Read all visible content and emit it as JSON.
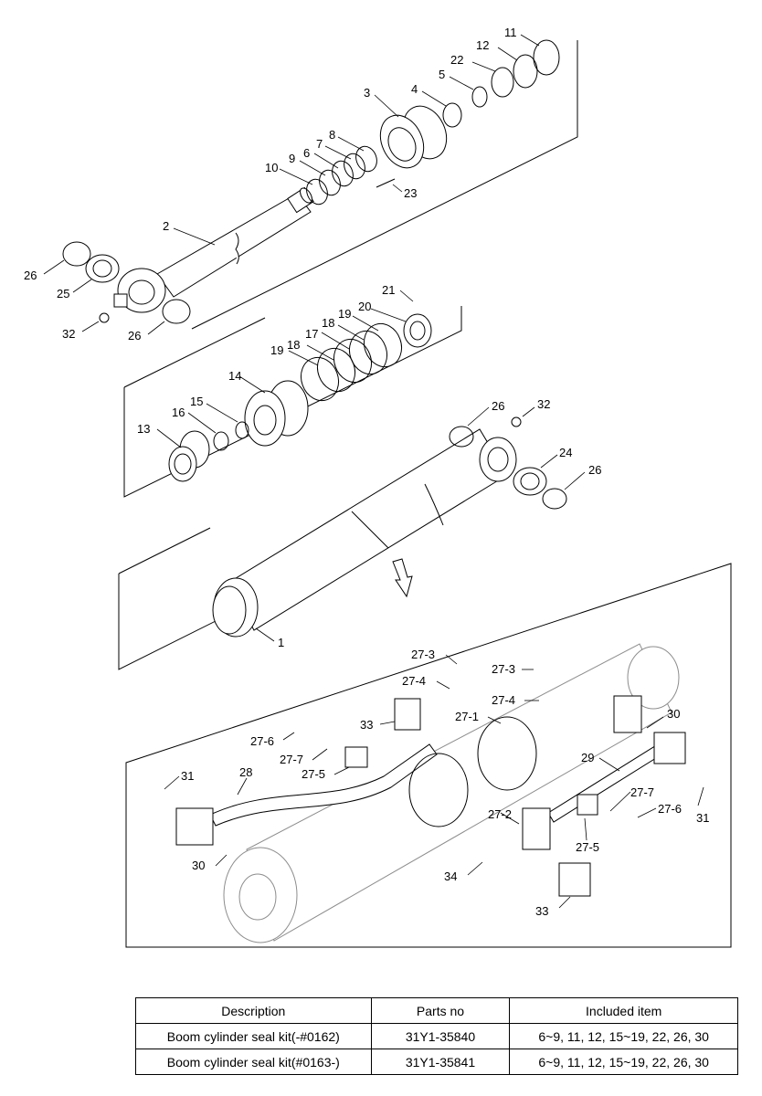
{
  "labels": [
    {
      "id": "lbl-11",
      "text": "11"
    },
    {
      "id": "lbl-12",
      "text": "12"
    },
    {
      "id": "lbl-22",
      "text": "22"
    },
    {
      "id": "lbl-5",
      "text": "5"
    },
    {
      "id": "lbl-4",
      "text": "4"
    },
    {
      "id": "lbl-3",
      "text": "3"
    },
    {
      "id": "lbl-8",
      "text": "8"
    },
    {
      "id": "lbl-7",
      "text": "7"
    },
    {
      "id": "lbl-6",
      "text": "6"
    },
    {
      "id": "lbl-9",
      "text": "9"
    },
    {
      "id": "lbl-10",
      "text": "10"
    },
    {
      "id": "lbl-23",
      "text": "23"
    },
    {
      "id": "lbl-2",
      "text": "2"
    },
    {
      "id": "lbl-26a",
      "text": "26"
    },
    {
      "id": "lbl-25",
      "text": "25"
    },
    {
      "id": "lbl-32a",
      "text": "32"
    },
    {
      "id": "lbl-26b",
      "text": "26"
    },
    {
      "id": "lbl-21",
      "text": "21"
    },
    {
      "id": "lbl-20",
      "text": "20"
    },
    {
      "id": "lbl-19a",
      "text": "19"
    },
    {
      "id": "lbl-18a",
      "text": "18"
    },
    {
      "id": "lbl-17",
      "text": "17"
    },
    {
      "id": "lbl-19b",
      "text": "19"
    },
    {
      "id": "lbl-18b",
      "text": "18"
    },
    {
      "id": "lbl-14",
      "text": "14"
    },
    {
      "id": "lbl-15",
      "text": "15"
    },
    {
      "id": "lbl-16",
      "text": "16"
    },
    {
      "id": "lbl-13",
      "text": "13"
    },
    {
      "id": "lbl-26c",
      "text": "26"
    },
    {
      "id": "lbl-32b",
      "text": "32"
    },
    {
      "id": "lbl-24",
      "text": "24"
    },
    {
      "id": "lbl-26d",
      "text": "26"
    },
    {
      "id": "lbl-1",
      "text": "1"
    },
    {
      "id": "lbl-27-3a",
      "text": "27-3"
    },
    {
      "id": "lbl-27-3b",
      "text": "27-3"
    },
    {
      "id": "lbl-27-4a",
      "text": "27-4"
    },
    {
      "id": "lbl-27-4b",
      "text": "27-4"
    },
    {
      "id": "lbl-33a",
      "text": "33"
    },
    {
      "id": "lbl-27-1",
      "text": "27-1"
    },
    {
      "id": "lbl-30a",
      "text": "30"
    },
    {
      "id": "lbl-27-6a",
      "text": "27-6"
    },
    {
      "id": "lbl-27-7a",
      "text": "27-7"
    },
    {
      "id": "lbl-27-5a",
      "text": "27-5"
    },
    {
      "id": "lbl-29",
      "text": "29"
    },
    {
      "id": "lbl-31a",
      "text": "31"
    },
    {
      "id": "lbl-28",
      "text": "28"
    },
    {
      "id": "lbl-27-7b",
      "text": "27-7"
    },
    {
      "id": "lbl-27-6b",
      "text": "27-6"
    },
    {
      "id": "lbl-31b",
      "text": "31"
    },
    {
      "id": "lbl-27-2",
      "text": "27-2"
    },
    {
      "id": "lbl-27-5b",
      "text": "27-5"
    },
    {
      "id": "lbl-30b",
      "text": "30"
    },
    {
      "id": "lbl-34",
      "text": "34"
    },
    {
      "id": "lbl-33b",
      "text": "33"
    }
  ],
  "table": {
    "headers": [
      "Description",
      "Parts no",
      "Included item"
    ],
    "rows": [
      [
        "Boom cylinder seal kit(-#0162)",
        "31Y1-35840",
        "6~9, 11, 12, 15~19, 22, 26, 30"
      ],
      [
        "Boom cylinder seal kit(#0163-)",
        "31Y1-35841",
        "6~9, 11, 12, 15~19, 22, 26, 30"
      ]
    ]
  }
}
